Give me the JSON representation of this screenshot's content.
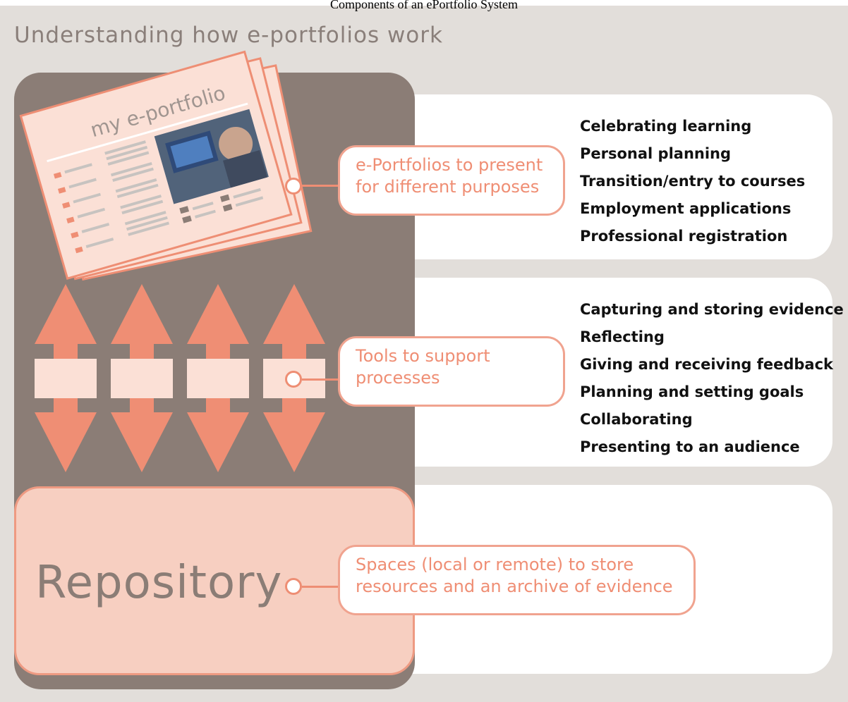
{
  "caption": "Components of an ePortfolio System",
  "title": "Understanding how e-portfolios work",
  "portfolio": {
    "heading": "my e-portfolio",
    "label": "e-Portfolios to present for different purposes",
    "label_lines": [
      "e-Portfolios to present",
      "for different purposes"
    ],
    "items": [
      "Celebrating learning",
      "Personal planning",
      "Transition/entry to courses",
      "Employment applications",
      "Professional registration"
    ]
  },
  "tools": {
    "label": "Tools to support processes",
    "label_lines": [
      "Tools to support",
      "processes"
    ],
    "items": [
      "Capturing and storing evidence",
      "Reflecting",
      "Giving and receiving feedback",
      "Planning and setting goals",
      "Collaborating",
      "Presenting to an audience"
    ]
  },
  "repository": {
    "title": "Repository",
    "label": "Spaces (local or remote) to store resources and an archive of evidence",
    "label_lines": [
      "Spaces (local or remote) to store",
      "resources and an archive of evidence"
    ]
  },
  "colors": {
    "accent": "#ef8e74",
    "column": "#8b7d76",
    "page": "#fbe0d6",
    "band": "#ffffff",
    "background": "#e2deda"
  }
}
